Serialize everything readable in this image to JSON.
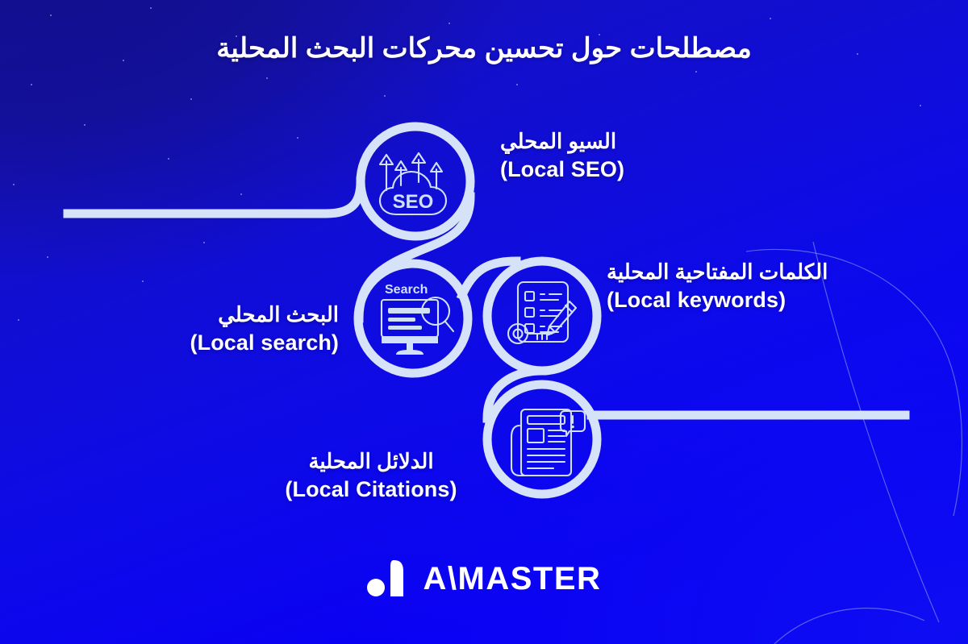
{
  "page": {
    "title_ar": "مصطلحات حول تحسين محركات البحث المحلية",
    "language": "ar",
    "background_color": "#0a00f4",
    "accent_color": "#d6e2f7",
    "text_color": "#ffffff"
  },
  "nodes": [
    {
      "id": "local-seo",
      "label_ar": "السيو المحلي",
      "label_en": "(Local SEO)",
      "icon": "cloud-seo-arrows-icon",
      "icon_text": "SEO",
      "position": "top-right"
    },
    {
      "id": "local-search",
      "label_ar": "البحث المحلي",
      "label_en": "(Local search)",
      "icon": "monitor-search-magnifier-icon",
      "icon_text": "Search",
      "position": "middle-left"
    },
    {
      "id": "local-keywords",
      "label_ar": "الكلمات المفتاحية المحلية",
      "label_en": "(Local keywords)",
      "icon": "checklist-pencil-key-icon",
      "icon_text": "",
      "position": "middle-right"
    },
    {
      "id": "local-citations",
      "label_ar": "الدلائل المحلية",
      "label_en": "(Local Citations)",
      "icon": "newspaper-alert-bubble-icon",
      "icon_text": "",
      "position": "bottom-center"
    }
  ],
  "logo": {
    "mark": "aimaster-triangle-dot-mark",
    "text": "A\\MASTER"
  }
}
